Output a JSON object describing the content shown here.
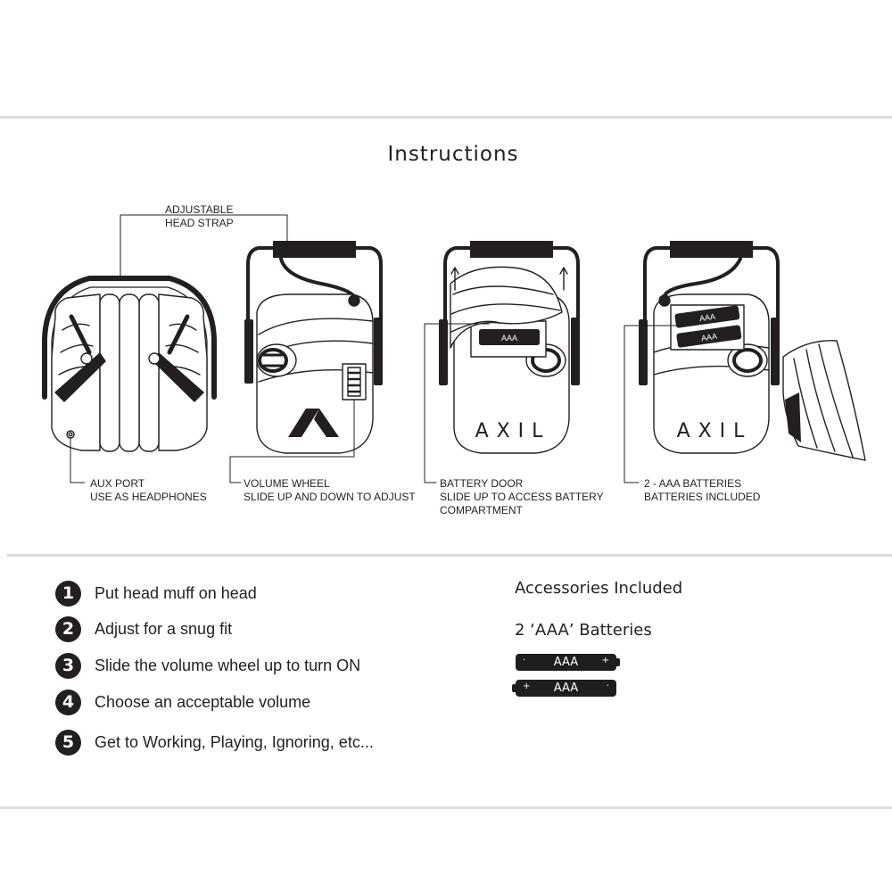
{
  "title": "Instructions",
  "callouts": {
    "head_strap": "ADJUSTABLE\nHEAD STRAP",
    "aux_port": "AUX PORT\nUSE AS HEADPHONES",
    "volume_wheel": "VOLUME WHEEL\nSLIDE UP AND DOWN TO ADJUST",
    "battery_door": "BATTERY DOOR\nSLIDE UP TO ACCESS BATTERY\nCOMPARTMENT",
    "batteries": "2 - AAA BATTERIES\nBATTERIES INCLUDED"
  },
  "brand": "AXIL",
  "battery_label": "AAA",
  "steps": [
    {
      "num": "1",
      "text": "Put head muff on head"
    },
    {
      "num": "2",
      "text": "Adjust for a snug fit"
    },
    {
      "num": "3",
      "text": "Slide the volume wheel up to turn ON"
    },
    {
      "num": "4",
      "text": "Choose an acceptable volume"
    },
    {
      "num": "5",
      "text": "Get to Working, Playing, Ignoring, etc..."
    }
  ],
  "accessories": {
    "title": "Accessories Included",
    "item": "2 ‘AAA’ Batteries"
  }
}
